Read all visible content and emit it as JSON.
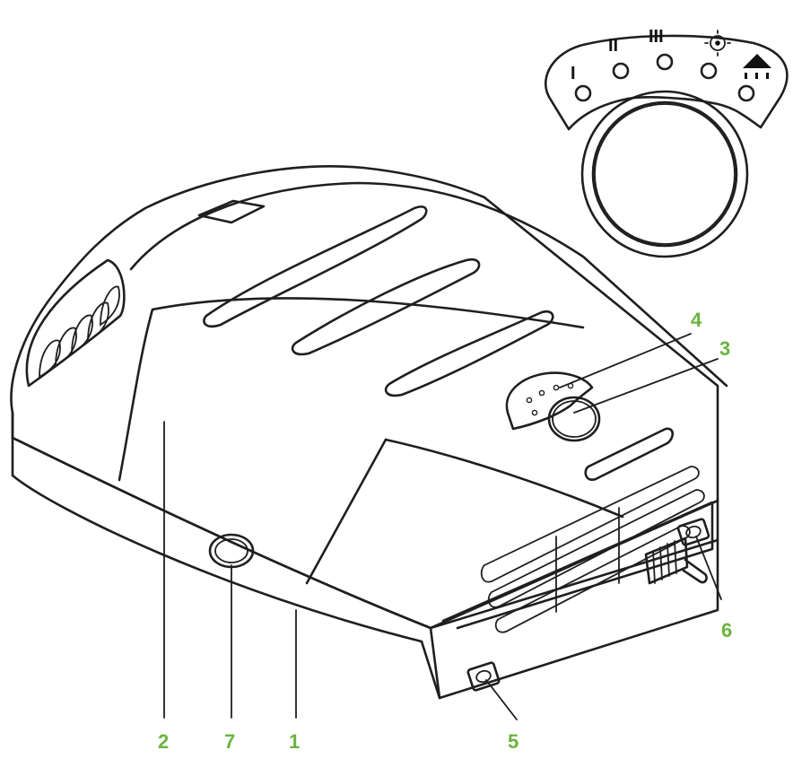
{
  "callouts": [
    {
      "id": "1",
      "label": "1"
    },
    {
      "id": "2",
      "label": "2"
    },
    {
      "id": "3",
      "label": "3"
    },
    {
      "id": "4",
      "label": "4"
    },
    {
      "id": "5",
      "label": "5"
    },
    {
      "id": "6",
      "label": "6"
    },
    {
      "id": "7",
      "label": "7"
    }
  ],
  "control_panel": {
    "levels": [
      "I",
      "II",
      "III"
    ],
    "icons": [
      "sun-icon",
      "defrost-icon"
    ]
  },
  "colors": {
    "callout": "#6ab43e",
    "line": "#1f1f1f"
  }
}
